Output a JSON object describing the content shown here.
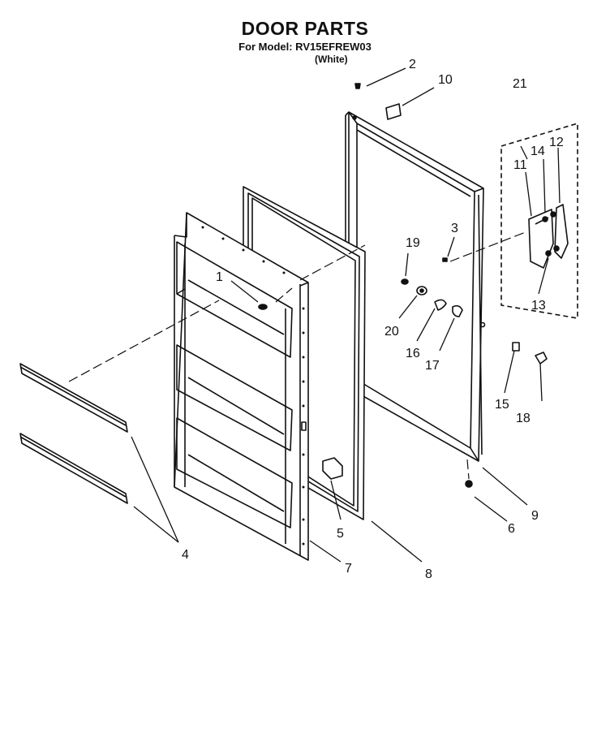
{
  "header": {
    "title": "DOOR PARTS",
    "model_line": "For Model: RV15EFREW03",
    "variant": "(White)"
  },
  "callouts": [
    "1",
    "2",
    "3",
    "4",
    "5",
    "6",
    "7",
    "8",
    "9",
    "10",
    "11",
    "12",
    "13",
    "14",
    "15",
    "16",
    "17",
    "18",
    "19",
    "20",
    "21"
  ],
  "colors": {
    "line": "#111111",
    "background": "#ffffff"
  }
}
